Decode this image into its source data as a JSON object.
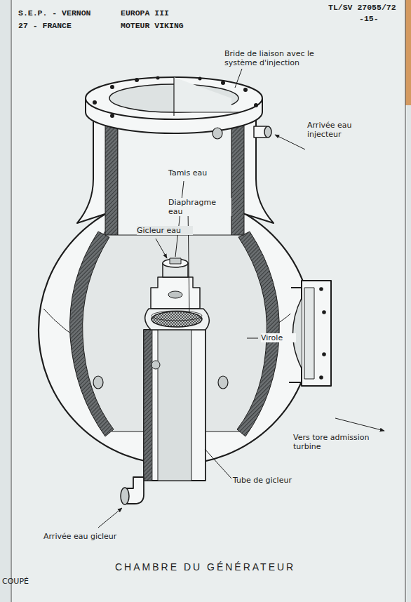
{
  "diagram": {
    "caption": "CHAMBRE DU GÉNÉRATEUR",
    "labels": [
      "S.E.P. - VERNON",
      "EUROPA III",
      "TL/SV 27055/72",
      "-15-",
      "27 - FRANCE",
      "MOTEUR VIKING",
      "Bride de liaison avec le système d'injection",
      "Arrivée eau injecteur",
      "Tamis eau",
      "Diaphragme eau",
      "Gicleur eau",
      "Virole",
      "Vers tore admission turbine",
      "Tube de gicleur",
      "Arrivée eau gicleur",
      "COUPÉ"
    ]
  }
}
